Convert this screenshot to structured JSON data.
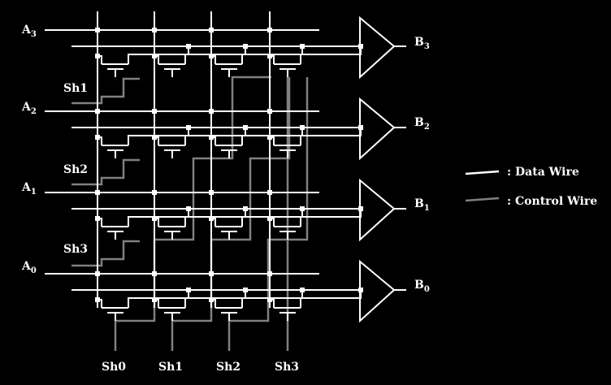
{
  "colors": {
    "background": "#000000",
    "data_wire": "#ffffff",
    "control_wire": "#808080"
  },
  "inputs": [
    "A3",
    "A2",
    "A1",
    "A0"
  ],
  "outputs": [
    "B3",
    "B2",
    "B1",
    "B0"
  ],
  "input_labels": [
    {
      "letter": "A",
      "sub": "3"
    },
    {
      "letter": "A",
      "sub": "2"
    },
    {
      "letter": "A",
      "sub": "1"
    },
    {
      "letter": "A",
      "sub": "0"
    }
  ],
  "output_labels": [
    {
      "letter": "B",
      "sub": "3"
    },
    {
      "letter": "B",
      "sub": "2"
    },
    {
      "letter": "B",
      "sub": "1"
    },
    {
      "letter": "B",
      "sub": "0"
    }
  ],
  "left_controls": [
    "Sh1",
    "Sh2",
    "Sh3"
  ],
  "bottom_controls": [
    "Sh0",
    "Sh1",
    "Sh2",
    "Sh3"
  ],
  "legend": {
    "data_wire": ": Data Wire",
    "control_wire": ": Control Wire"
  },
  "grid": {
    "rows": 4,
    "columns": 4
  }
}
